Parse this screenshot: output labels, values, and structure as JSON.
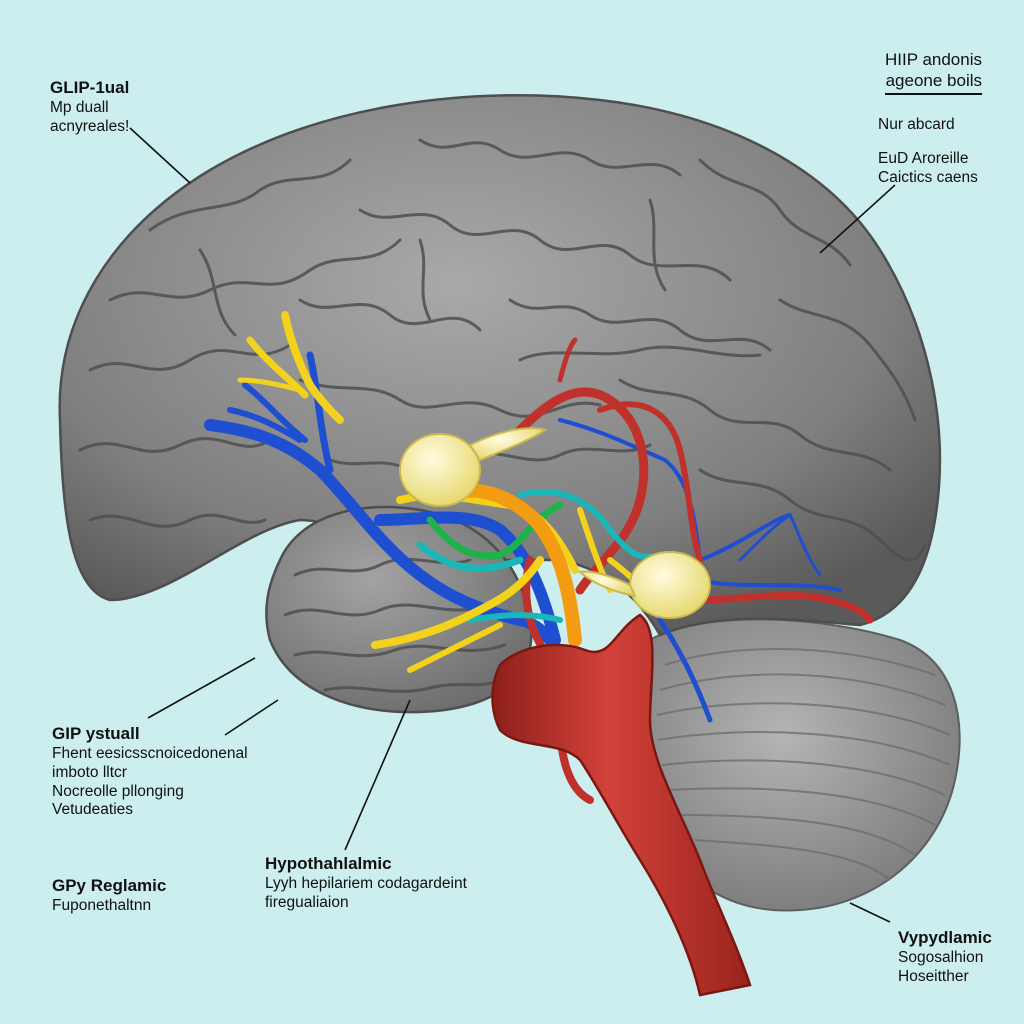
{
  "colors": {
    "background": "#cdeeee",
    "cortex": "#8a8a8a",
    "cortex_dark": "#5e5e5e",
    "cerebellum": "#9c9c9c",
    "artery": "#c0312b",
    "vein": "#1f4fd1",
    "nerve_yellow": "#f3d21e",
    "nerve_orange": "#f39c12",
    "nerve_green": "#1db34a",
    "nerve_cyan": "#19b7b7",
    "gland": "#f3eea0",
    "leader_line": "#111111"
  },
  "labels": {
    "top_left": {
      "title": "GLIP-1ual",
      "lines": [
        "Mp duall",
        "acnyreales!"
      ]
    },
    "top_right": {
      "title_lines": [
        "HIIP andonis",
        "ageone boils"
      ],
      "lines": [
        "Nur abcard"
      ],
      "lines2": [
        "EuD Aroreille",
        "Caictics caens"
      ]
    },
    "mid_left": {
      "title": "GIP ystuall",
      "lines": [
        "Fhent eesicsscnoicedonenal",
        "imboto lltcr",
        "Nocreolle pllonging",
        "Vetudeaties"
      ]
    },
    "bottom_left": {
      "title": "GPy Reglamic",
      "lines": [
        "Fuponethaltnn"
      ]
    },
    "bottom_center": {
      "title": "Hypothahlalmic",
      "lines": [
        "Lyyh hepilariem codagardeint",
        "firegualiaion"
      ]
    },
    "bottom_right": {
      "title": "Vypydlamic",
      "lines": [
        "Sogosalhion",
        "Hoseitther"
      ]
    }
  }
}
